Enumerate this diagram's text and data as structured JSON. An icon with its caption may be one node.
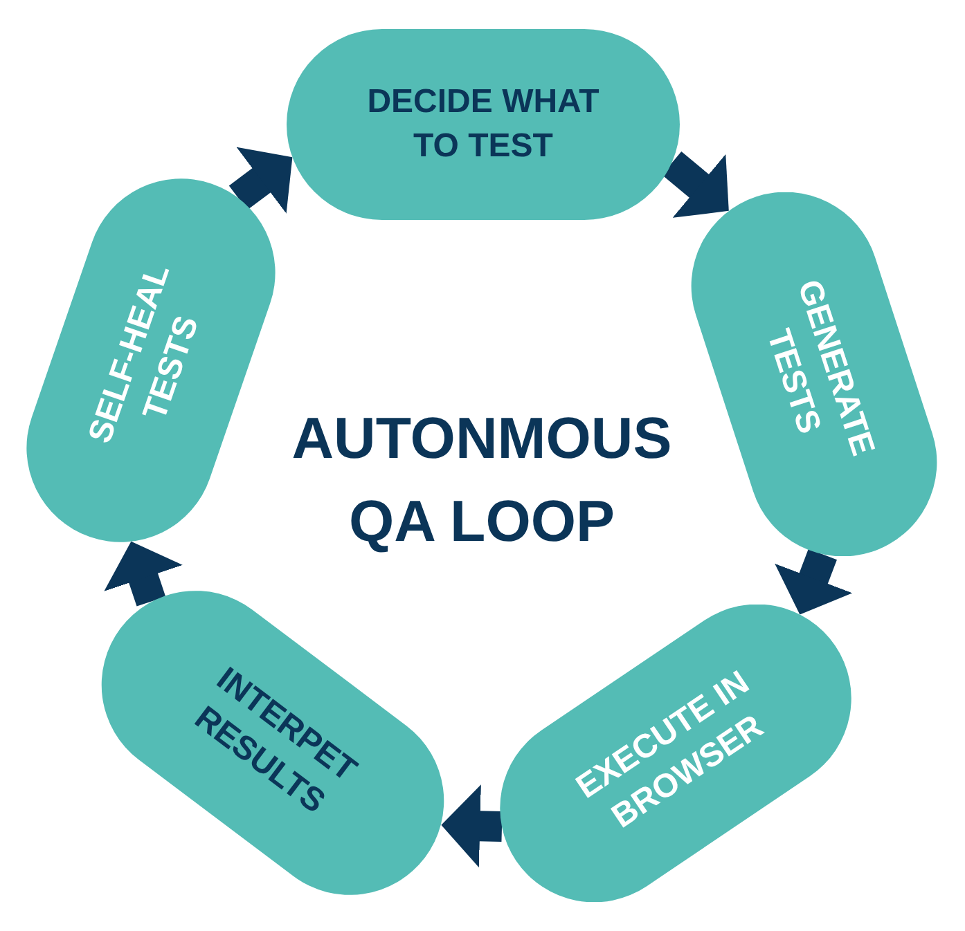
{
  "diagram": {
    "title": "AUTONMOUS QA LOOP",
    "nodes": [
      {
        "text": [
          "DECIDE WHAT TO TEST"
        ]
      },
      {
        "text": [
          "GENERATE TESTS"
        ]
      },
      {
        "text": [
          "EXECUTE IN BROWSER"
        ]
      },
      {
        "text": [
          "INTERPET RESULTS"
        ]
      },
      {
        "text": [
          "SELF-HEAL TESTS"
        ]
      }
    ],
    "edges": [
      {
        "from": 0,
        "to": 1,
        "arrow": "to"
      },
      {
        "from": 1,
        "to": 2,
        "arrow": "to"
      },
      {
        "from": 2,
        "to": 3,
        "arrow": "to"
      },
      {
        "from": 3,
        "to": 4,
        "arrow": "to"
      },
      {
        "from": 4,
        "to": 0,
        "arrow": "to"
      }
    ]
  }
}
